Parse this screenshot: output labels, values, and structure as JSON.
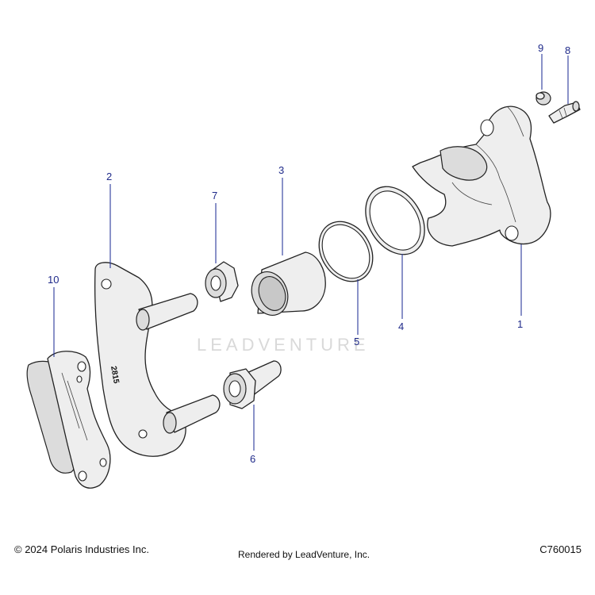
{
  "callouts": [
    {
      "id": "1",
      "label": "1"
    },
    {
      "id": "2",
      "label": "2"
    },
    {
      "id": "3",
      "label": "3"
    },
    {
      "id": "4",
      "label": "4"
    },
    {
      "id": "5",
      "label": "5"
    },
    {
      "id": "6",
      "label": "6"
    },
    {
      "id": "7",
      "label": "7"
    },
    {
      "id": "8",
      "label": "8"
    },
    {
      "id": "9",
      "label": "9"
    },
    {
      "id": "10",
      "label": "10"
    }
  ],
  "bracket_marking": "2815",
  "watermark": "LEADVENTURE",
  "footer": {
    "copyright": "© 2024 Polaris Industries Inc.",
    "rendered_by": "Rendered by LeadVenture, Inc.",
    "diagram_id": "C760015"
  },
  "colors": {
    "callout_text": "#1f2a8a",
    "leader_line": "#2a3a9a",
    "part_fill": "#eeeeee",
    "outline": "#222222",
    "watermark": "#d9d9d9"
  }
}
